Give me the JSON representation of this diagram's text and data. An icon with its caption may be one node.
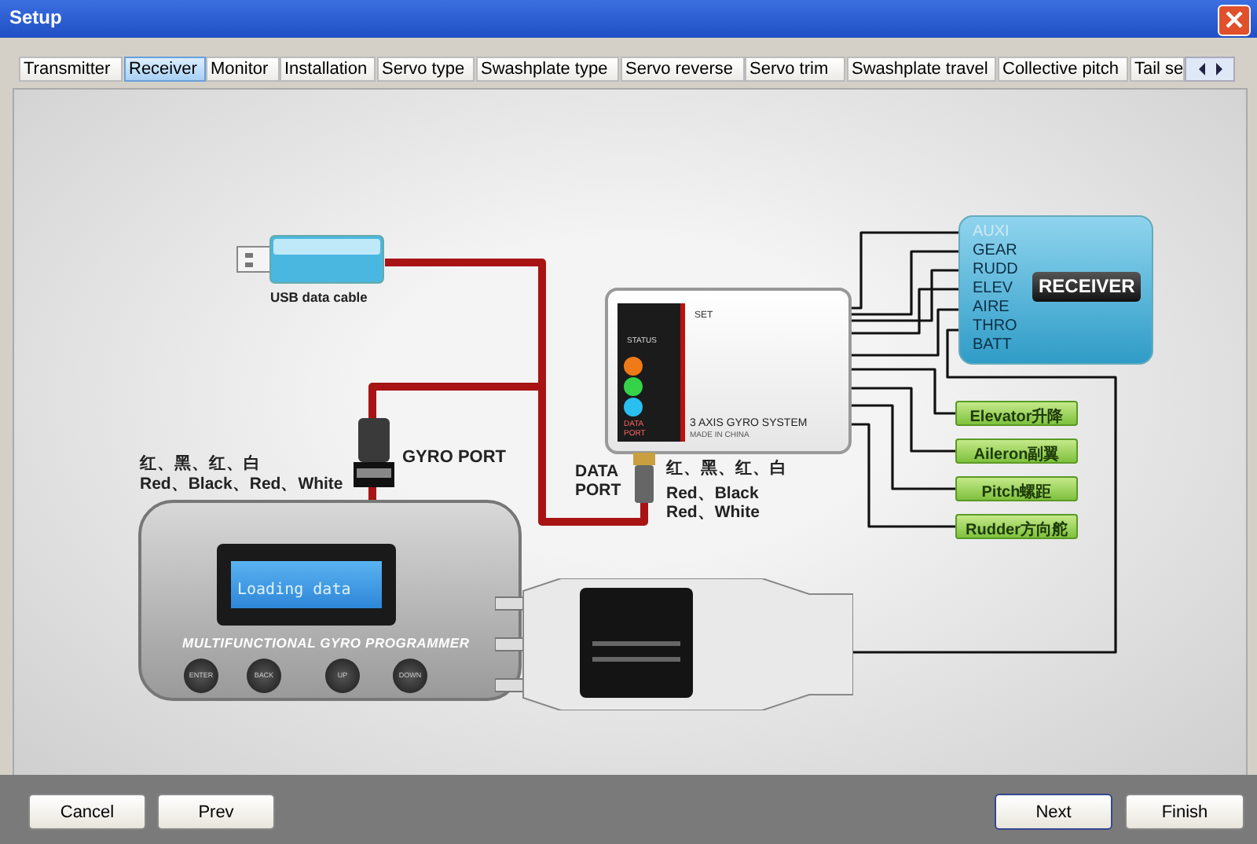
{
  "diagram": {
    "title": "Setup",
    "nodes": [
      {
        "text": [
          "USB data cable"
        ]
      },
      {
        "text": [
          "Loading data",
          "MULTIFUNCTIONAL GYRO PROGRAMMER",
          "ENTER",
          "BACK",
          "UP",
          "DOWN"
        ],
        "beside": [
          "GYRO PORT",
          "红、黑、红、白",
          "Red、Black、Red、White"
        ]
      },
      {
        "text": [
          "SET",
          "STATUS",
          "DATA PORT",
          "3 AXIS GYRO SYSTEM",
          "MADE IN CHINA"
        ],
        "beside": [
          "DATA PORT",
          "红、黑、红、白",
          "Red、Black Red、White"
        ]
      },
      {
        "text": [
          "AUXI",
          "GEAR",
          "RUDD",
          "ELEV",
          "AIRE",
          "THRO",
          "BATT",
          "RECEIVER"
        ]
      },
      {
        "text": [
          "Elevator升降"
        ]
      },
      {
        "text": [
          "Aileron副翼"
        ]
      },
      {
        "text": [
          "Pitch螺距"
        ]
      },
      {
        "text": [
          "Rudder方向舵"
        ]
      },
      {
        "text": [],
        "shape": "picture"
      }
    ],
    "edges": [
      {
        "from": 0,
        "to": 2,
        "arrow": "none",
        "style": "thick",
        "color": "#a81414"
      },
      {
        "from": 1,
        "to": 2,
        "arrow": "none",
        "style": "thick",
        "color": "#a81414"
      },
      {
        "from": 2,
        "to": 3,
        "arrow": "none"
      },
      {
        "from": 2,
        "to": 3,
        "arrow": "none"
      },
      {
        "from": 2,
        "to": 3,
        "arrow": "none"
      },
      {
        "from": 2,
        "to": 3,
        "arrow": "none"
      },
      {
        "from": 2,
        "to": 3,
        "arrow": "none"
      },
      {
        "from": 2,
        "to": 4,
        "arrow": "none"
      },
      {
        "from": 2,
        "to": 5,
        "arrow": "none"
      },
      {
        "from": 2,
        "to": 6,
        "arrow": "none"
      },
      {
        "from": 2,
        "to": 7,
        "arrow": "none"
      },
      {
        "from": 3,
        "to": 8,
        "arrow": "none"
      }
    ],
    "labels": [
      "Transmitter",
      "Receiver",
      "Monitor",
      "Installation",
      "Servo type",
      "Swashplate type",
      "Servo reverse",
      "Servo trim",
      "Swashplate travel",
      "Collective pitch",
      "Tail se",
      "Cancel",
      "Prev",
      "Next",
      "Finish"
    ]
  }
}
